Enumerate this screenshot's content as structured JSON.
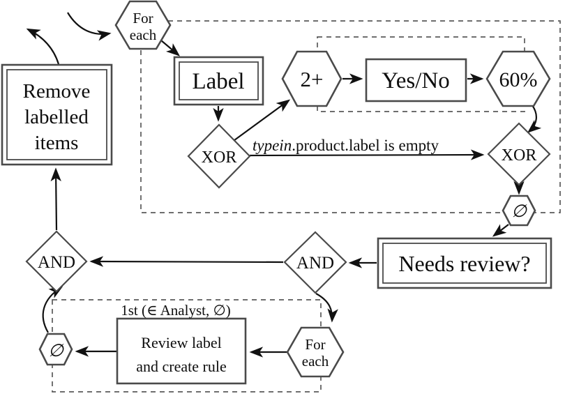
{
  "diagram": {
    "type": "workflow-flowchart",
    "colors": {
      "background": "#ffffff",
      "shape_stroke": "#4a4a4a",
      "arrow": "#111111",
      "dashed_box": "#5a5a5a",
      "text": "#0d0d0d"
    },
    "nodes": {
      "for_each_top": {
        "line1": "For",
        "line2": "each"
      },
      "remove_items": {
        "line1": "Remove",
        "line2": "labelled",
        "line3": "items"
      },
      "label_task": {
        "label": "Label"
      },
      "two_plus": {
        "label": "2+"
      },
      "yes_no": {
        "label": "Yes/No"
      },
      "sixty_percent": {
        "label": "60%"
      },
      "xor_left": {
        "label": "XOR"
      },
      "xor_right": {
        "label": "XOR"
      },
      "empty_set_top": {
        "label": "∅"
      },
      "needs_review": {
        "label": "Needs review?"
      },
      "and_middle": {
        "label": "AND"
      },
      "and_left": {
        "label": "AND"
      },
      "for_each_bottom": {
        "line1": "For",
        "line2": "each"
      },
      "empty_set_bottom": {
        "label": "∅"
      },
      "review_rule": {
        "line1": "Review label",
        "line2": "and create rule"
      }
    },
    "edge_labels": {
      "xor_condition_italic": "typein",
      "xor_condition_rest": ".product.label is empty",
      "review_constraint": "1st (∈ Analyst, ∅)"
    }
  }
}
